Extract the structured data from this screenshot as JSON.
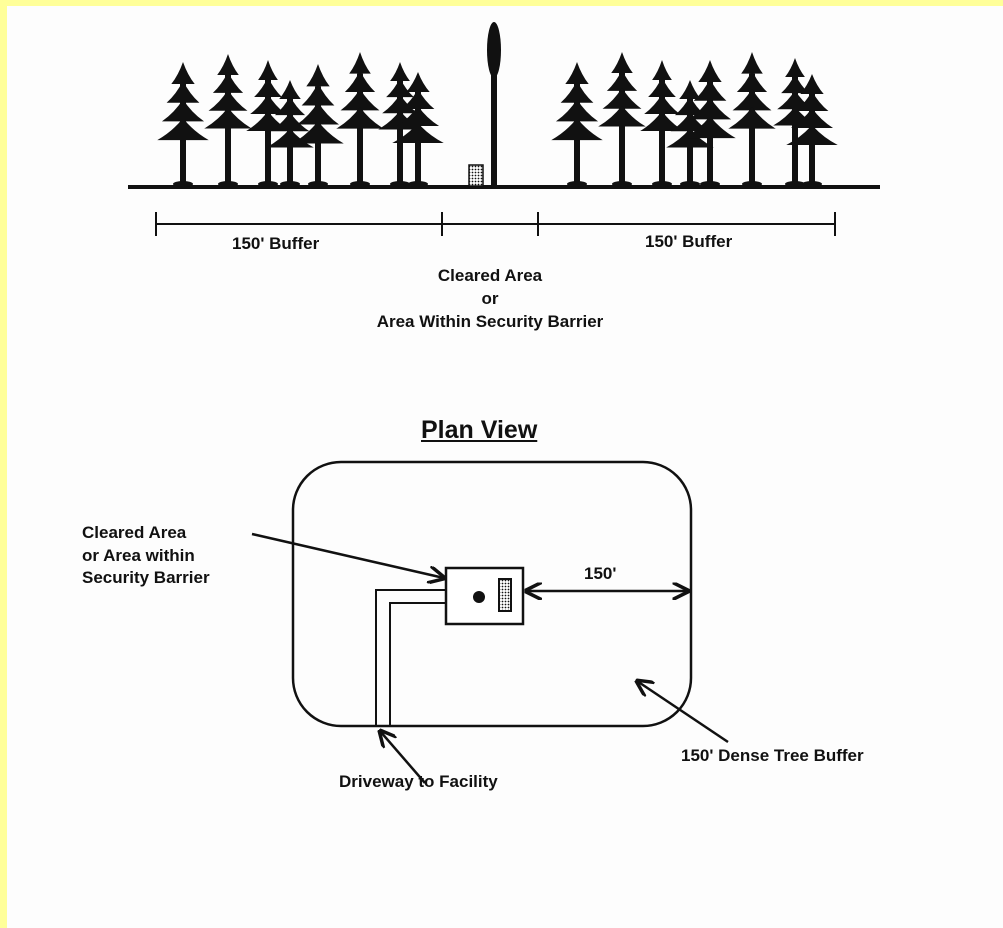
{
  "elevation": {
    "left_buffer_label": "150' Buffer",
    "right_buffer_label": "150' Buffer",
    "center_label_line1": "Cleared Area",
    "center_label_line2": "or",
    "center_label_line3": "Area Within Security Barrier"
  },
  "plan": {
    "title": "Plan View",
    "cleared_area_line1": "Cleared Area",
    "cleared_area_line2": "or Area within",
    "cleared_area_line3": "Security Barrier",
    "dimension_label": "150'",
    "driveway_label": "Driveway to Facility",
    "buffer_label": "150' Dense Tree Buffer"
  },
  "colors": {
    "border": "#ffff99",
    "ink": "#111111",
    "paper": "#fdfdfd"
  }
}
